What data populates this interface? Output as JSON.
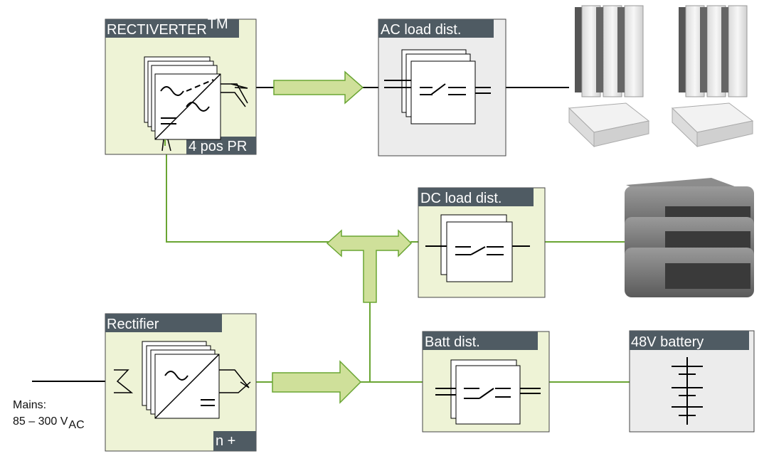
{
  "blocks": {
    "rectiverter": {
      "title": "RECTIVERTER",
      "title_sup": "TM",
      "badge": "4 pos PR"
    },
    "ac_load": {
      "title": "AC load dist."
    },
    "dc_load": {
      "title": "DC load dist."
    },
    "rectifier": {
      "title": "Rectifier",
      "badge": "n  +"
    },
    "batt_dist": {
      "title": "Batt dist."
    },
    "battery": {
      "title": "48V battery"
    }
  },
  "mains": {
    "label": "Mains:",
    "range": "85 – 300 V",
    "range_sub": "AC"
  },
  "colors": {
    "green_panel": "#eef3d6",
    "gray_panel": "#ececec",
    "label_bg": "#4f5b63",
    "green_line": "#6aa533",
    "arrow_fill": "#cfe09a",
    "arrow_stroke": "#6aa533"
  },
  "icons": [
    "ac-inverter-icon",
    "switch-icon",
    "battery-cells-icon",
    "rack-server-icon",
    "equipment-shelf-icon"
  ]
}
